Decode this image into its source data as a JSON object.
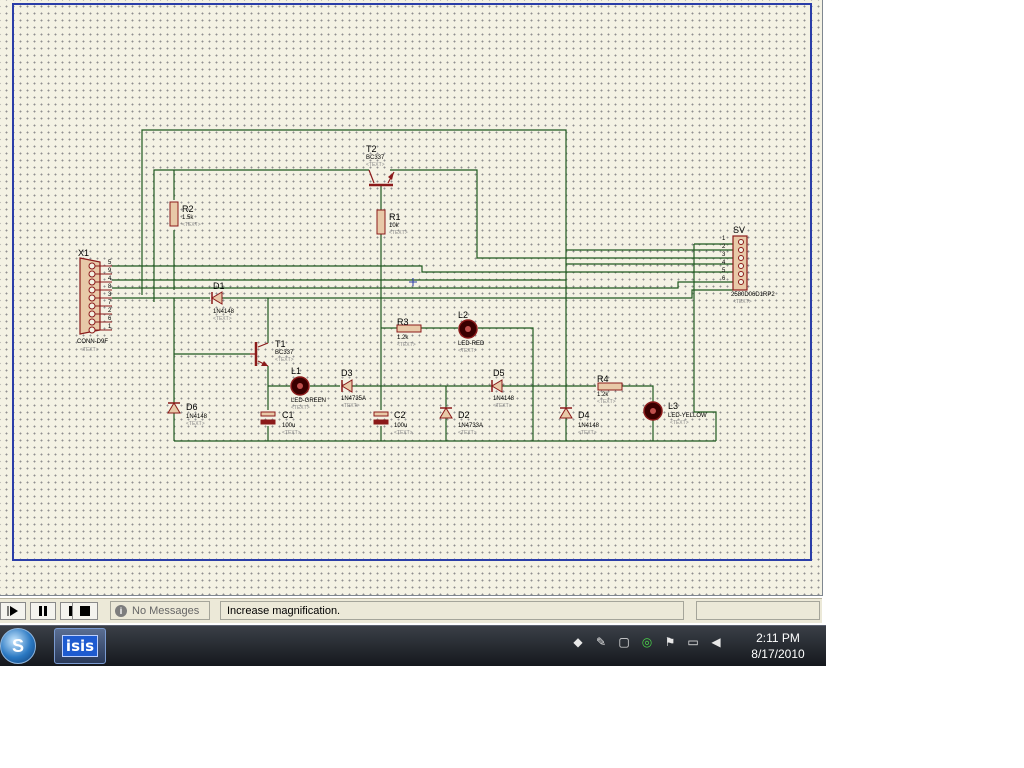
{
  "schematic": {
    "components": {
      "x1": {
        "ref": "X1",
        "value": "CONN-D9F",
        "text": "<TEXT>",
        "pins": [
          "5",
          "9",
          "4",
          "8",
          "3",
          "7",
          "2",
          "6",
          "1"
        ]
      },
      "t2": {
        "ref": "T2",
        "value": "BC337",
        "text": "<TEXT>"
      },
      "r2": {
        "ref": "R2",
        "value": "1.5k",
        "text": "<TEXT>"
      },
      "r1": {
        "ref": "R1",
        "value": "10k",
        "text": "<TEXT>"
      },
      "d1": {
        "ref": "D1",
        "value": "1N4148",
        "text": "<TEXT>"
      },
      "t1": {
        "ref": "T1",
        "value": "BC337",
        "text": "<TEXT>"
      },
      "r3": {
        "ref": "R3",
        "value": "1.2k",
        "text": "<TEXT>"
      },
      "l2": {
        "ref": "L2",
        "value": "LED-RED",
        "text": "<TEXT>"
      },
      "l1": {
        "ref": "L1",
        "value": "LED-GREEN",
        "text": "<TEXT>"
      },
      "d3": {
        "ref": "D3",
        "value": "1N4735A",
        "text": "<TEXT>"
      },
      "d5": {
        "ref": "D5",
        "value": "1N4148",
        "text": "<TEXT>"
      },
      "r4": {
        "ref": "R4",
        "value": "1.2k",
        "text": "<TEXT>"
      },
      "l3": {
        "ref": "L3",
        "value": "LED-YELLOW",
        "text": "<TEXT>"
      },
      "d6": {
        "ref": "D6",
        "value": "1N4148",
        "text": "<TEXT>"
      },
      "c1": {
        "ref": "C1",
        "value": "100u",
        "text": "<TEXT>"
      },
      "c2": {
        "ref": "C2",
        "value": "100u",
        "text": "<TEXT>"
      },
      "d2": {
        "ref": "D2",
        "value": "1N4733A",
        "text": "<TEXT>"
      },
      "d4": {
        "ref": "D4",
        "value": "1N4148",
        "text": "<TEXT>"
      },
      "sv": {
        "ref": "SV",
        "value": "2580D06D1RP2",
        "text": "<TEXT>",
        "pins": [
          "1",
          "2",
          "3",
          "4",
          "5",
          "6"
        ]
      }
    }
  },
  "statusbar": {
    "messages": "No Messages",
    "hint": "Increase magnification."
  },
  "taskbar": {
    "app_label": "isis",
    "time": "2:11 PM",
    "date": "8/17/2010"
  },
  "colors": {
    "wire": "#1f5a1f",
    "part": "#8b1a1a",
    "part_fill": "#e8c9a8",
    "border": "#2b3ea8"
  }
}
